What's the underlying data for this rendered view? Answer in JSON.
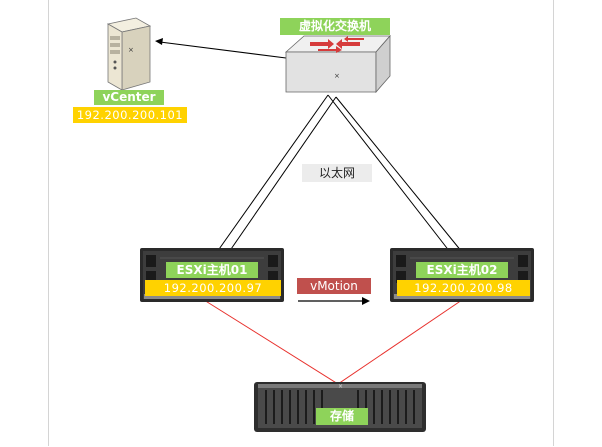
{
  "switch": {
    "label": "虚拟化交换机"
  },
  "vcenter": {
    "name": "vCenter",
    "ip": "192.200.200.101"
  },
  "network": {
    "label": "以太网"
  },
  "host1": {
    "name": "ESXi主机01",
    "ip": "192.200.200.97"
  },
  "host2": {
    "name": "ESXi主机02",
    "ip": "192.200.200.98"
  },
  "migration": {
    "label": "vMotion"
  },
  "storage": {
    "label": "存储"
  },
  "colors": {
    "green_label": "#8ed35a",
    "ip_label": "#ffd200",
    "vmotion_label": "#c0504d",
    "network_label_bg": "#ececec",
    "storage_link": "#e8302c",
    "ethernet_link": "#000000"
  }
}
